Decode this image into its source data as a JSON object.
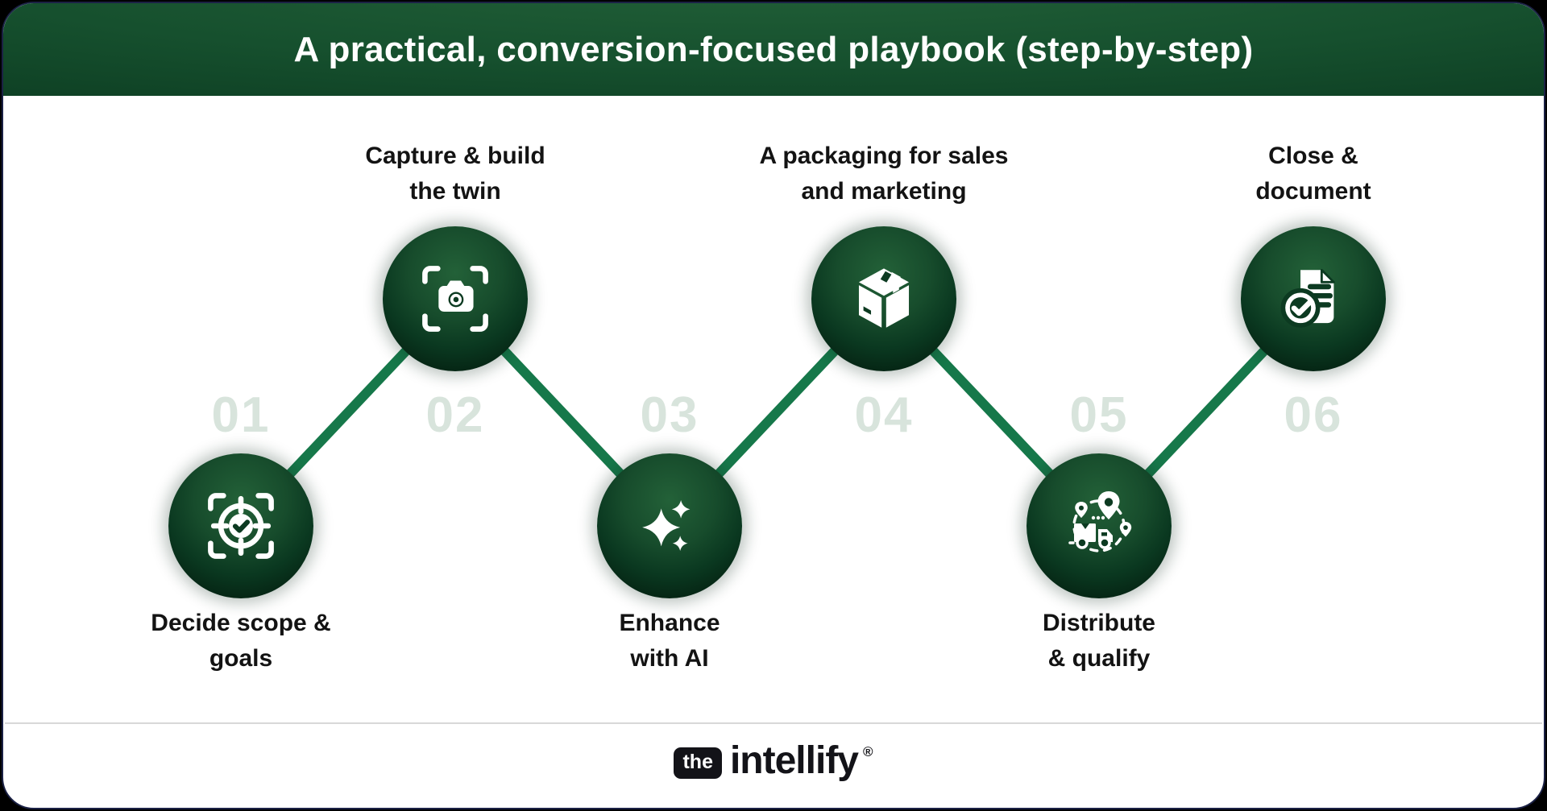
{
  "header": {
    "title": "A practical, conversion-focused playbook (step-by-step)"
  },
  "steps": [
    {
      "number": "01",
      "label_line1": "Decide scope &",
      "label_line2": "goals",
      "icon": "target-check-icon",
      "position": "bottom"
    },
    {
      "number": "02",
      "label_line1": "Capture & build",
      "label_line2": "the twin",
      "icon": "camera-capture-icon",
      "position": "top"
    },
    {
      "number": "03",
      "label_line1": "Enhance",
      "label_line2": "with AI",
      "icon": "sparkles-icon",
      "position": "bottom"
    },
    {
      "number": "04",
      "label_line1": "A packaging for sales",
      "label_line2": "and marketing",
      "icon": "package-box-icon",
      "position": "top"
    },
    {
      "number": "05",
      "label_line1": "Distribute",
      "label_line2": "& qualify",
      "icon": "delivery-truck-icon",
      "position": "bottom"
    },
    {
      "number": "06",
      "label_line1": "Close &",
      "label_line2": "document",
      "icon": "document-check-icon",
      "position": "top"
    }
  ],
  "footer": {
    "brand_prefix": "the",
    "brand_name": "intellify",
    "registered_mark": "®"
  },
  "colors": {
    "header_green_light": "#236239",
    "header_green_dark": "#072414",
    "connector_green": "#16784a",
    "circle_green_center": "#236138",
    "circle_green_edge": "#02140a",
    "step_number": "#d8e4dc",
    "label_text": "#131313",
    "card_border": "#1b2145",
    "separator": "#d8d8d8",
    "icon_white": "#ffffff",
    "icon_dark_green": "#0c3a21"
  }
}
